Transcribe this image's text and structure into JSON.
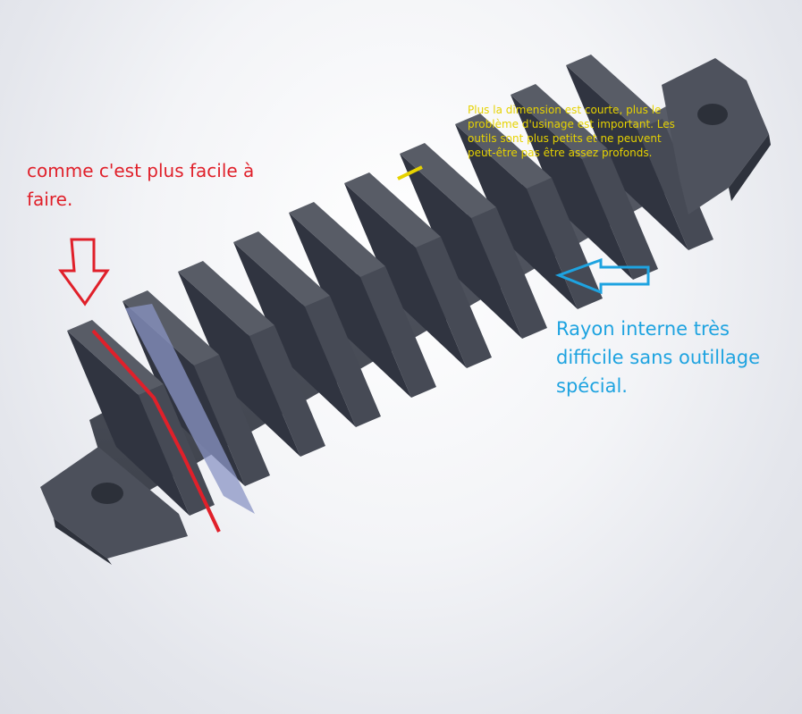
{
  "annotations": {
    "left_note": "comme c'est plus facile à faire.",
    "top_note": "Plus la dimension est courte, plus le problème d'usinage est important. Les outils sont plus petits et ne peuvent peut-être pas être assez profonds.",
    "right_note": "Rayon interne très difficile sans outillage spécial."
  },
  "colors": {
    "left_note": "#e0202a",
    "top_note": "#e6d200",
    "right_note": "#1ea3e0",
    "fin_top": "#585c66",
    "fin_front": "#464a55",
    "fin_side": "#303440",
    "cut_face": "#8a94c4"
  },
  "icons": {
    "down_arrow": "down-arrow-icon",
    "left_arrow": "left-arrow-icon"
  }
}
